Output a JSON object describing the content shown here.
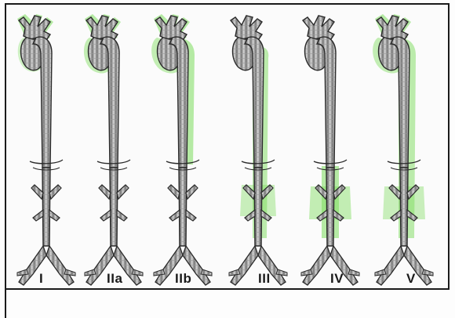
{
  "figure": {
    "labels": [
      "I",
      "IIa",
      "IIb",
      "III",
      "IV",
      "V"
    ],
    "colors": {
      "vessel_fill": "#bdbdbd",
      "vessel_dark": "#5e5e5e",
      "vessel_outline": "#2a2a2a",
      "dissection_highlight": "#7cdc5c",
      "border": "#1a1a1a"
    }
  }
}
